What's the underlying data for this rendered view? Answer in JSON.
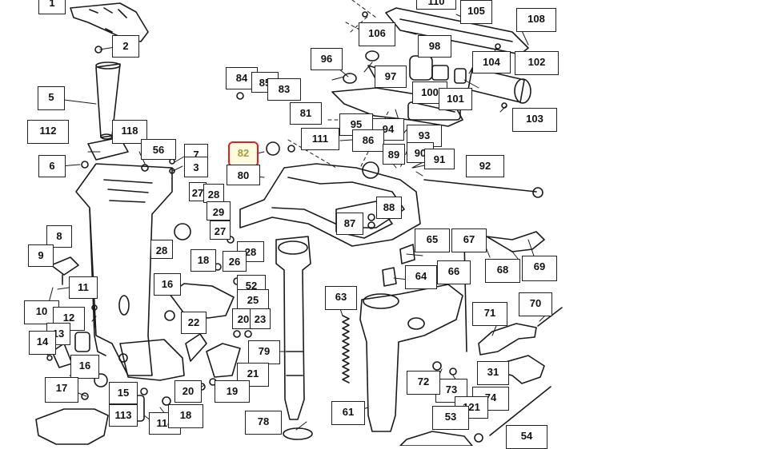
{
  "diagram": {
    "highlighted_part": "82",
    "highlight_color": "#e0201e",
    "line_color": "#1a1a1a",
    "labels": [
      "1",
      "110",
      "105",
      "108",
      "106",
      "2",
      "98",
      "104",
      "102",
      "96",
      "97",
      "100",
      "101",
      "103",
      "84",
      "85",
      "83",
      "5",
      "81",
      "95",
      "94",
      "86",
      "111",
      "93",
      "112",
      "118",
      "56",
      "7",
      "82",
      "89",
      "90",
      "91",
      "92",
      "3",
      "6",
      "80",
      "27",
      "28",
      "29",
      "88",
      "87",
      "8",
      "27",
      "65",
      "67",
      "28",
      "9",
      "18",
      "26",
      "28",
      "66",
      "64",
      "69",
      "68",
      "16",
      "52",
      "25",
      "11",
      "63",
      "70",
      "71",
      "10",
      "12",
      "20",
      "23",
      "13",
      "22",
      "14",
      "79",
      "16",
      "21",
      "73",
      "72",
      "31",
      "74",
      "17",
      "15",
      "20",
      "19",
      "113",
      "114",
      "18",
      "61",
      "121",
      "53",
      "78",
      "54"
    ]
  }
}
